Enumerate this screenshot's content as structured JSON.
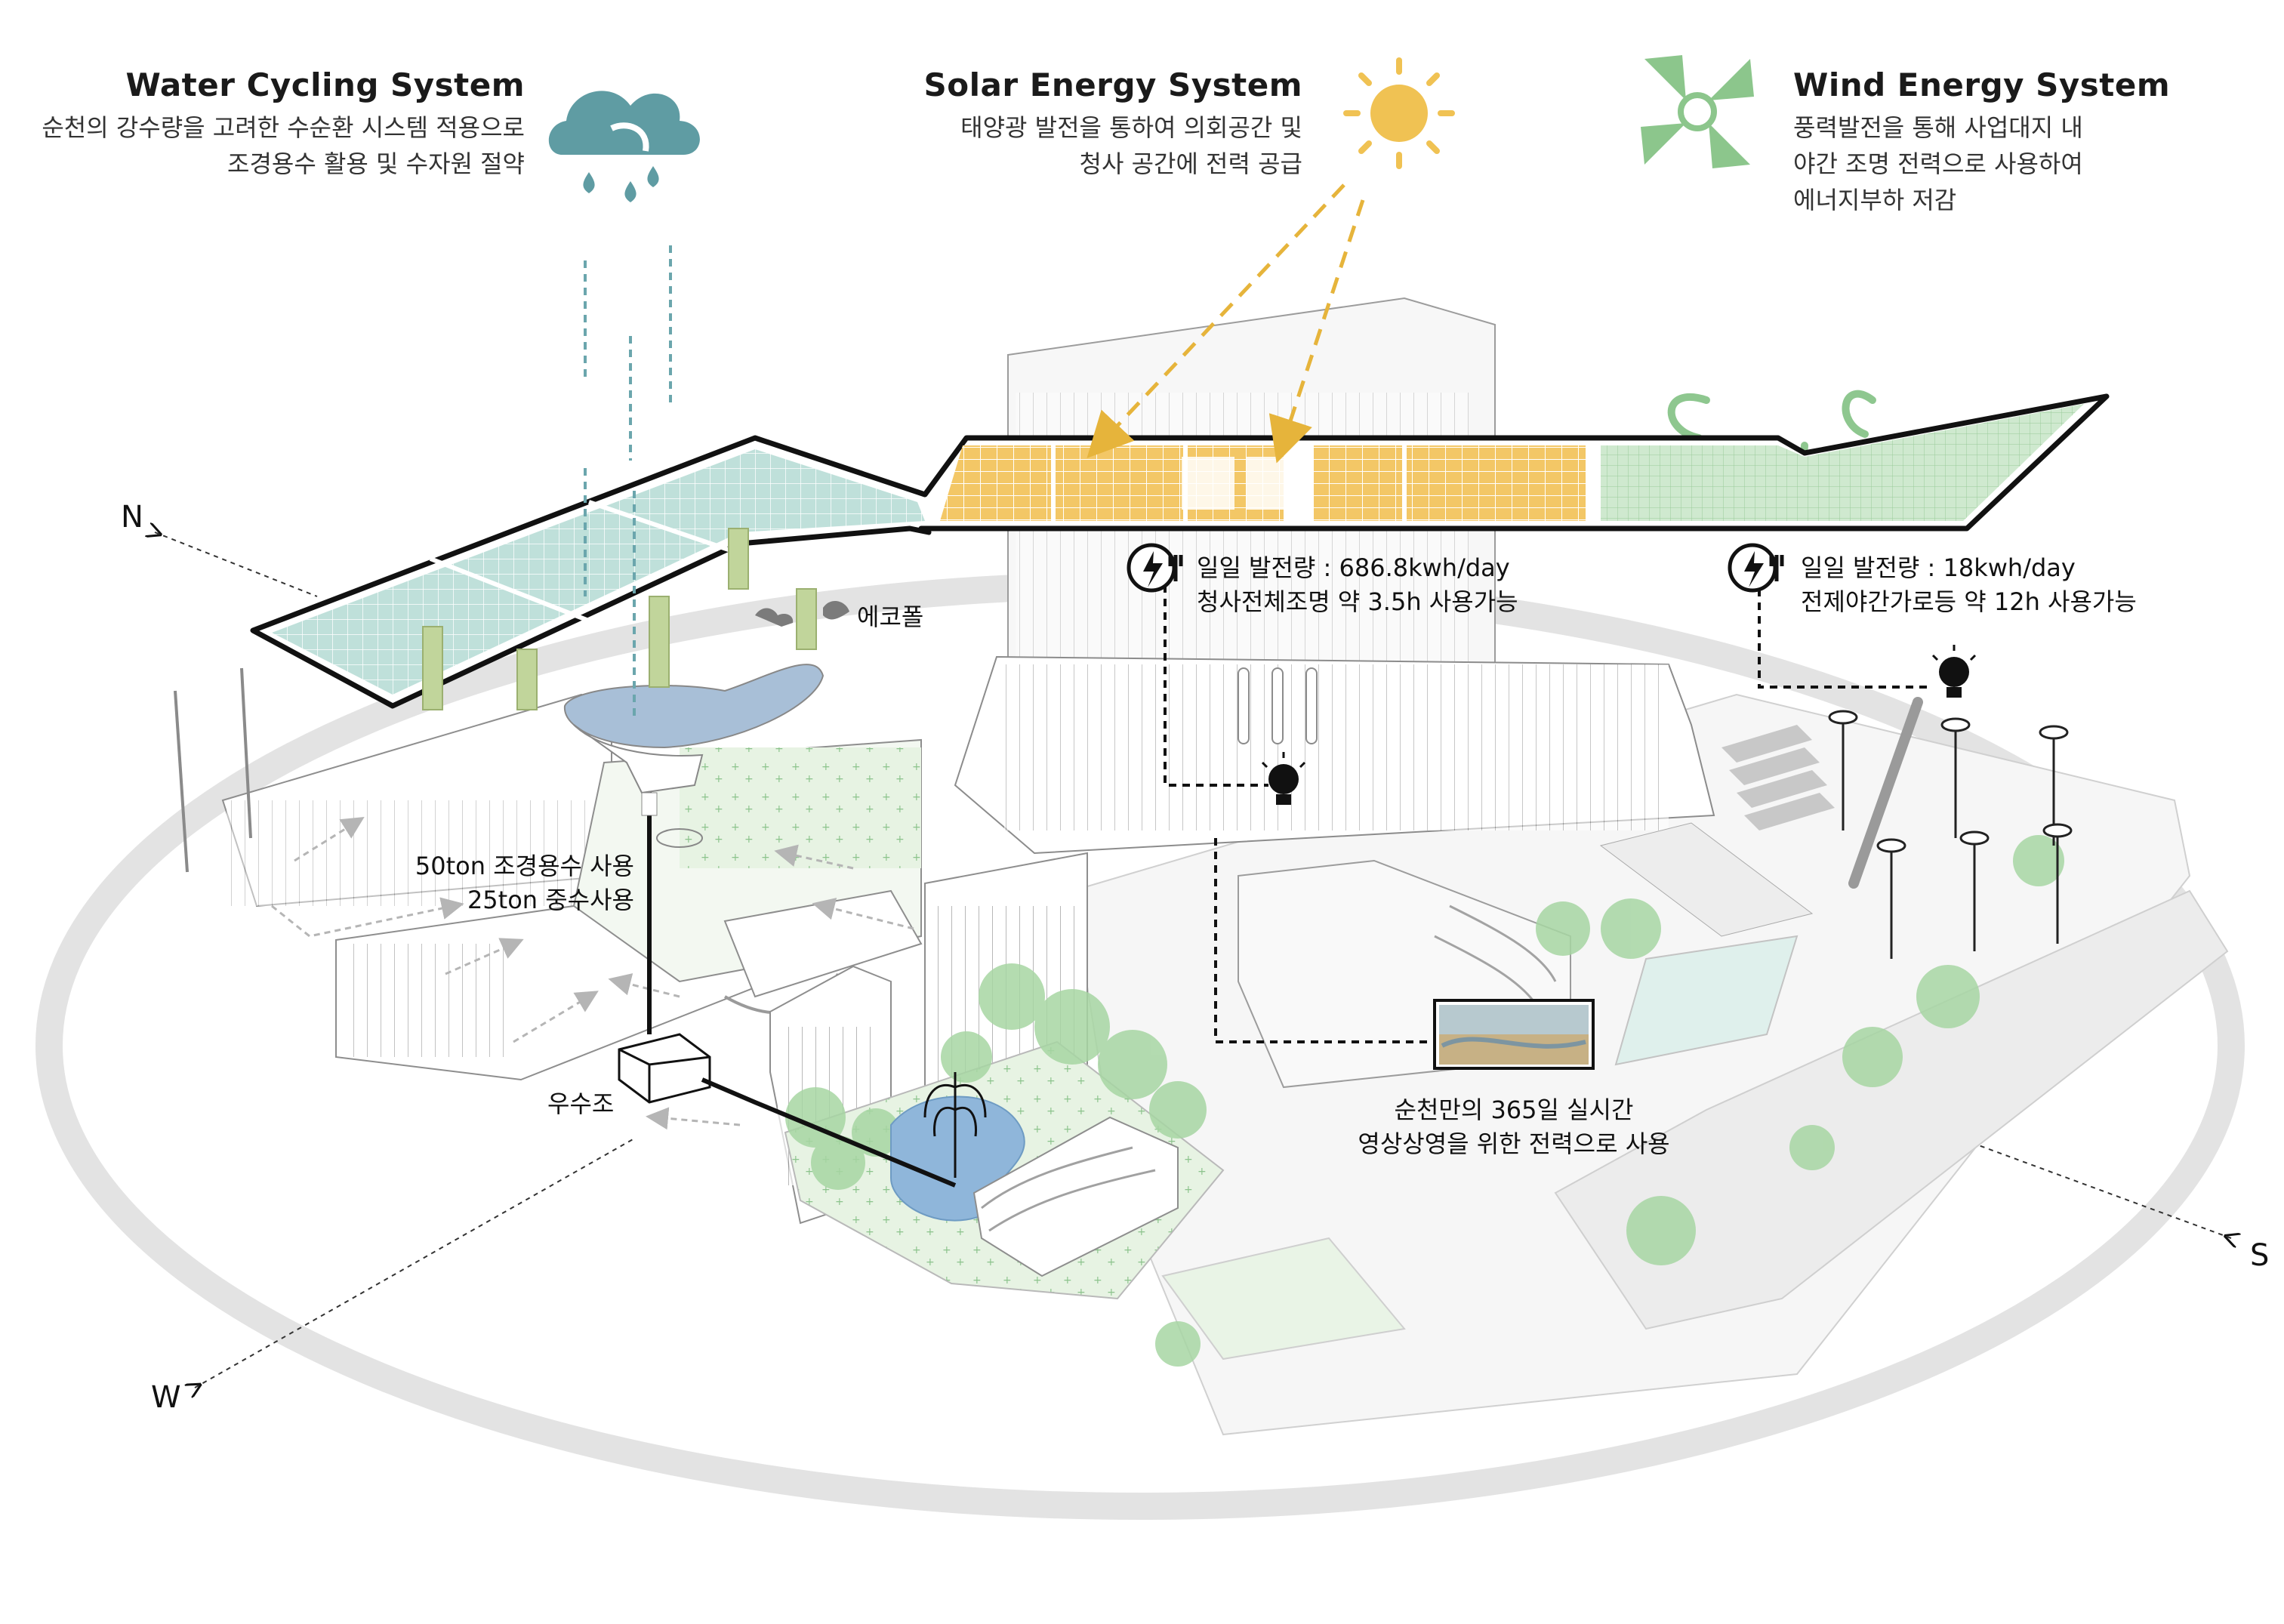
{
  "systems": {
    "water": {
      "title": "Water Cycling System",
      "lines": [
        "순천의 강수량을 고려한 수순환 시스템 적용으로",
        "조경용수 활용 및 수자원 절약"
      ],
      "icon": "rain-cloud-icon",
      "color": "#5f9ca3"
    },
    "solar": {
      "title": "Solar Energy System",
      "lines": [
        "태양광 발전을 통하여 의회공간 및",
        "청사 공간에 전력 공급"
      ],
      "icon": "sun-icon",
      "color": "#f0c253"
    },
    "wind": {
      "title": "Wind Energy System",
      "lines": [
        "풍력발전을 통해 사업대지 내",
        "야간 조명 전력으로 사용하여",
        "에너지부하 저감"
      ],
      "icon": "wind-turbine-icon",
      "color": "#8cc68c"
    }
  },
  "solar_stats": {
    "line1": "일일 발전량 : 686.8kwh/day",
    "line2": "청사전체조명 약 3.5h 사용가능"
  },
  "wind_stats": {
    "line1": "일일 발전량 : 18kwh/day",
    "line2": "전제야간가로등 약 12h 사용가능"
  },
  "labels": {
    "ecopole": "에코폴",
    "water_use_1": "50ton 조경용수 사용",
    "water_use_2": "25ton 중수사용",
    "tank": "우수조",
    "screen_1": "순천만의 365일 실시간",
    "screen_2": "영상상영을 위한 전력으로 사용"
  },
  "compass": {
    "north": "N",
    "south": "S",
    "west": "W"
  },
  "colors": {
    "solar_panel": "#f3c766",
    "water_glass": "#b9dcd6",
    "green_roof": "#a9d6a9",
    "tree": "#9fd19f",
    "ring": "#e5e5e5",
    "wire": "#111111"
  }
}
